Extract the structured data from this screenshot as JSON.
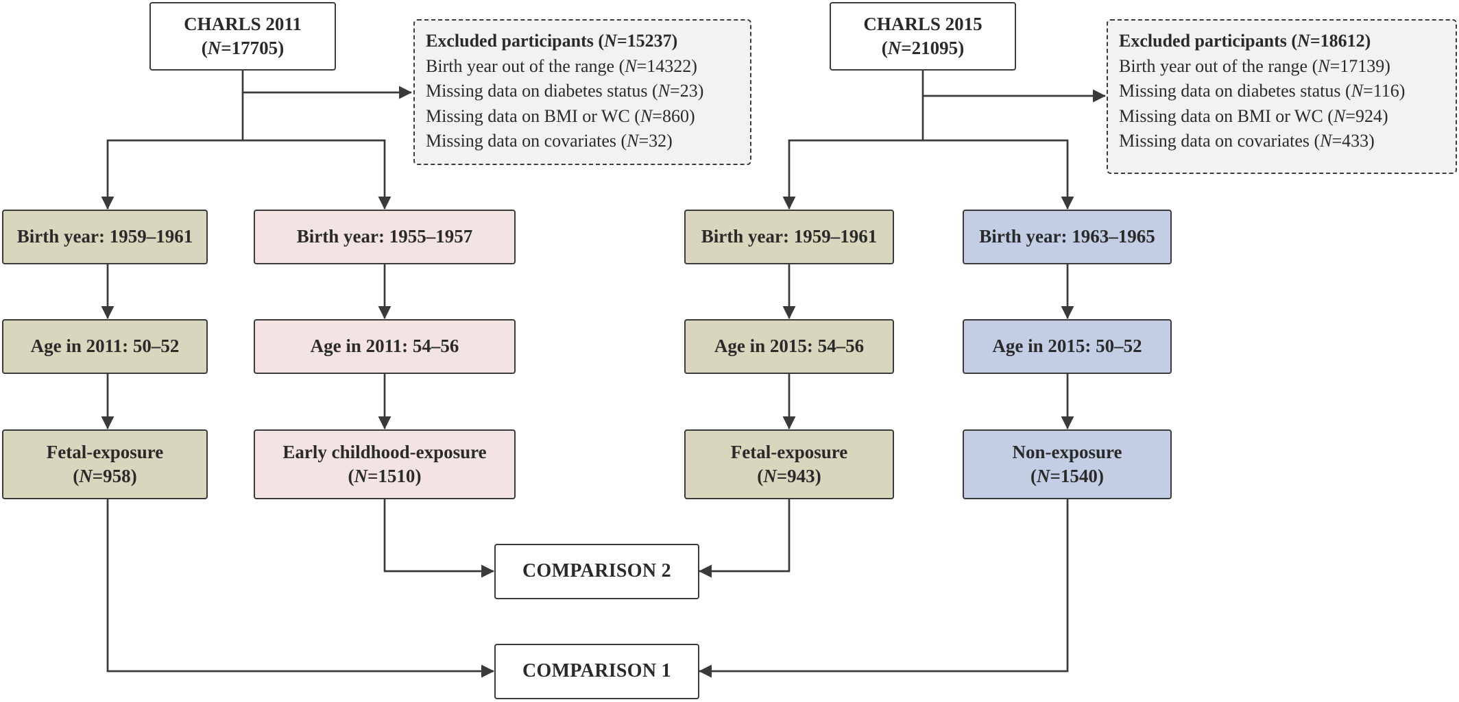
{
  "cohort_2011": {
    "title": "CHARLS 2011",
    "n": "=17705"
  },
  "cohort_2015": {
    "title": "CHARLS 2015",
    "n": "=21095"
  },
  "excluded_2011": {
    "header": "Excluded participants (",
    "header_n": "=15237",
    "items": [
      {
        "text": "Birth year out of the range (",
        "n": "=14322"
      },
      {
        "text": "Missing data on diabetes status (",
        "n": "=23"
      },
      {
        "text": "Missing data on BMI or WC (",
        "n": "=860"
      },
      {
        "text": "Missing data on covariates (",
        "n": "=32"
      }
    ]
  },
  "excluded_2015": {
    "header": "Excluded participants (",
    "header_n": "=18612",
    "items": [
      {
        "text": "Birth year out of the range (",
        "n": "=17139"
      },
      {
        "text": "Missing data on diabetes status (",
        "n": "=116"
      },
      {
        "text": "Missing data on BMI or WC (",
        "n": "=924"
      },
      {
        "text": "Missing data on covariates (",
        "n": "=433"
      }
    ]
  },
  "groups": [
    {
      "birth": "Birth year: 1959–1961",
      "age": "Age in 2011: 50–52",
      "exposure": "Fetal-exposure",
      "n": "=958",
      "color": "#d8d6bd"
    },
    {
      "birth": "Birth year: 1955–1957",
      "age": "Age in 2011: 54–56",
      "exposure": "Early childhood-exposure",
      "n": "=1510",
      "color": "#f3e3e2"
    },
    {
      "birth": "Birth year: 1959–1961",
      "age": "Age in 2015: 54–56",
      "exposure": "Fetal-exposure",
      "n": "=943",
      "color": "#d8d6bd"
    },
    {
      "birth": "Birth year: 1963–1965",
      "age": "Age in 2015: 50–52",
      "exposure": "Non-exposure",
      "n": "=1540",
      "color": "#c3cde3"
    }
  ],
  "comparisons": {
    "c2": "COMPARISON 2",
    "c1": "COMPARISON 1"
  },
  "n_symbol": "N",
  "close_paren": ")"
}
